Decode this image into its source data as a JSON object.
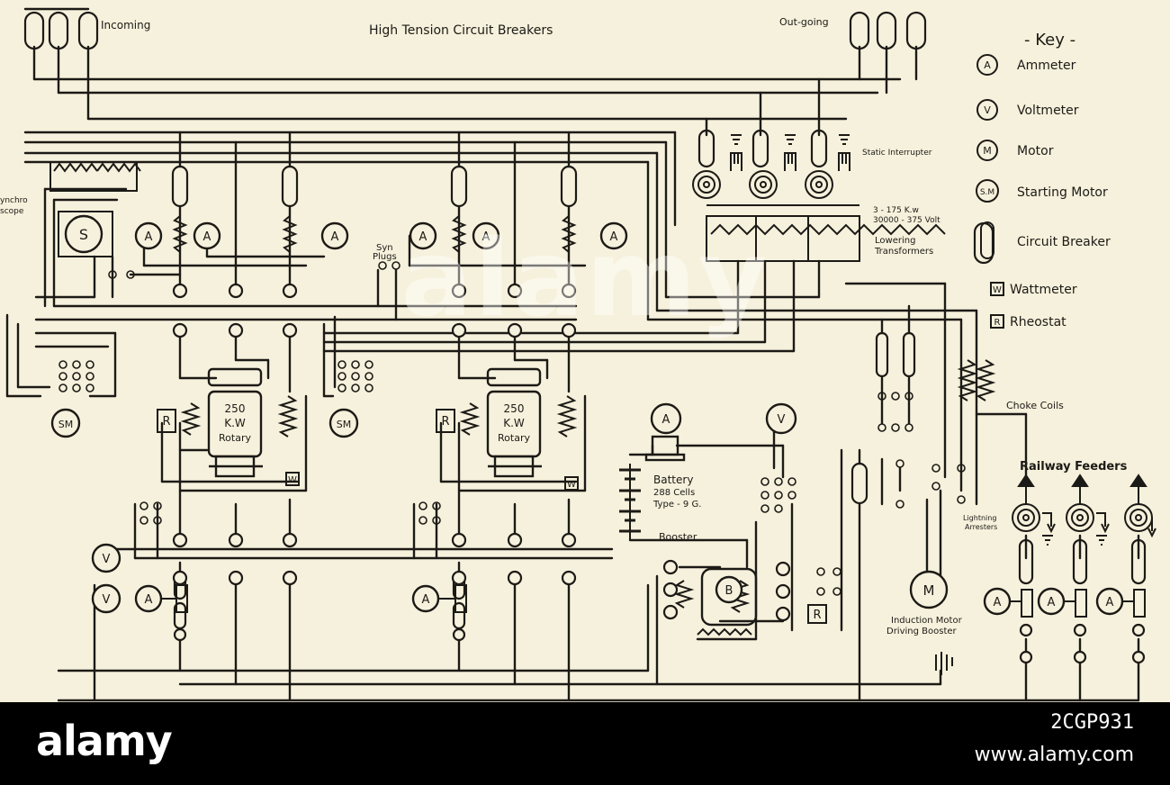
{
  "colors": {
    "paper": "#f6f1dc",
    "ink": "#1c1a16",
    "footer_bg": "#000000",
    "footer_text": "#ffffff"
  },
  "header": {
    "title": "High Tension Circuit Breakers",
    "incoming": "Incoming",
    "outgoing": "Out-going"
  },
  "key": {
    "title": "- Key -",
    "items": [
      {
        "symbol": "A",
        "label": "Ammeter"
      },
      {
        "symbol": "V",
        "label": "Voltmeter"
      },
      {
        "symbol": "M",
        "label": "Motor"
      },
      {
        "symbol": "S.M",
        "label": "Starting Motor"
      },
      {
        "symbol": "breaker",
        "label": "Circuit Breaker"
      },
      {
        "symbol": "W",
        "label": "Wattmeter"
      },
      {
        "symbol": "R",
        "label": "Rheostat"
      }
    ]
  },
  "labels": {
    "synchroscope": [
      "ynchro",
      "scope"
    ],
    "syn_plugs": [
      "Syn",
      "Plugs"
    ],
    "static_interrupter": "Static Interrupter",
    "transformer_rating": [
      "3 - 175 K.w",
      "30000 - 375 Volt"
    ],
    "lowering_transformers": [
      "Lowering",
      "Transformers"
    ],
    "rotary": [
      "250",
      "K.W",
      "Rotary"
    ],
    "battery": [
      "Battery",
      "288 Cells",
      "Type - 9 G."
    ],
    "booster": "Booster",
    "choke_coils": "Choke Coils",
    "railway_feeders": "Railway Feeders",
    "lightning_arresters": [
      "Lightning",
      "Arresters"
    ],
    "induction_motor": [
      "Induction Motor",
      "Driving Booster"
    ]
  },
  "symbols": {
    "S": "S",
    "A": "A",
    "V": "V",
    "M": "M",
    "SM": "SM",
    "R": "R",
    "W": "W",
    "B": "B"
  },
  "watermark": "alamy",
  "footer": {
    "logo": "alamy",
    "image_id": "2CGP931",
    "url": "www.alamy.com"
  }
}
